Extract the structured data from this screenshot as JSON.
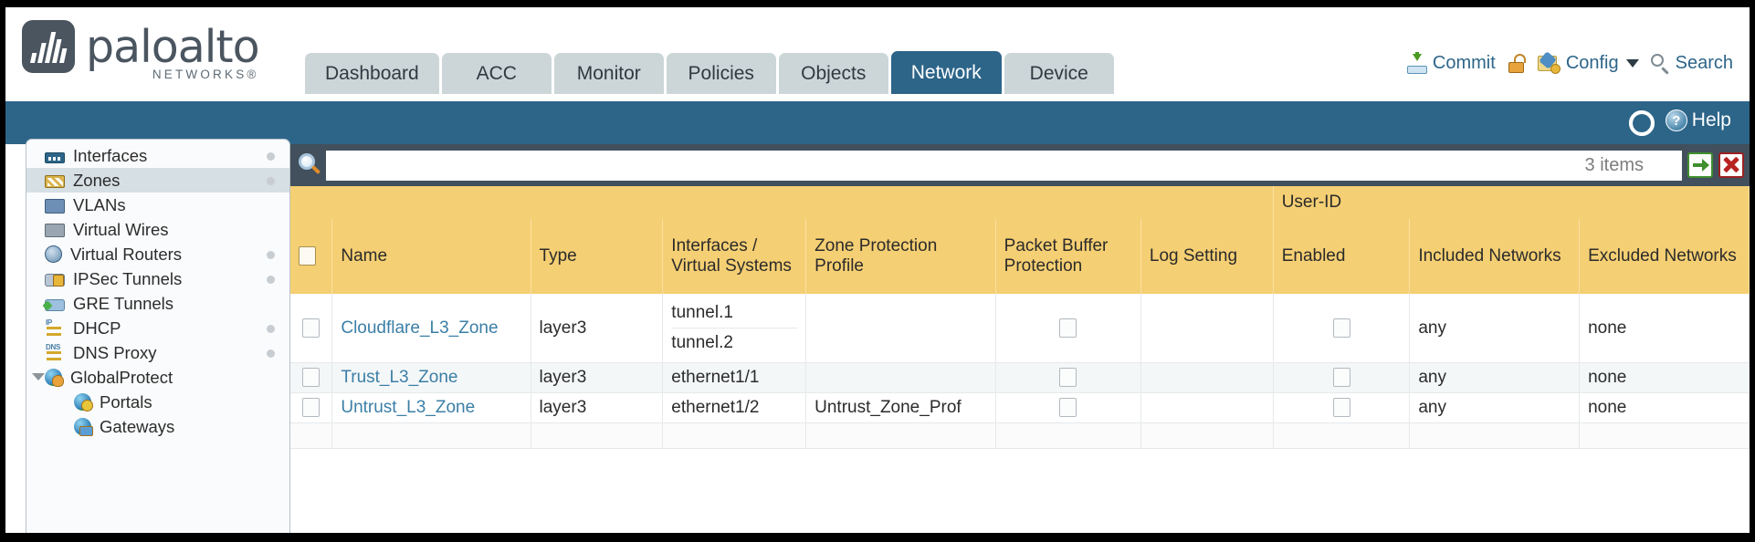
{
  "brand": {
    "name": "paloalto",
    "tagline": "NETWORKS",
    "registered": "®",
    "logo_color": "#4a5560"
  },
  "nav": {
    "tabs": [
      {
        "label": "Dashboard",
        "active": false
      },
      {
        "label": "ACC",
        "active": false
      },
      {
        "label": "Monitor",
        "active": false
      },
      {
        "label": "Policies",
        "active": false
      },
      {
        "label": "Objects",
        "active": false
      },
      {
        "label": "Network",
        "active": true
      },
      {
        "label": "Device",
        "active": false
      }
    ],
    "active_color": "#2d6589",
    "inactive_color": "#ccd6d8"
  },
  "header_actions": {
    "commit": {
      "label": "Commit",
      "icon": "commit-icon"
    },
    "lock": {
      "label": "",
      "icon": "padlock-icon"
    },
    "config": {
      "label": "Config",
      "icon": "config-icon",
      "caret": "chevron-down-icon"
    },
    "search": {
      "label": "Search",
      "icon": "search-icon"
    }
  },
  "subbar": {
    "refresh": {
      "icon": "refresh-icon"
    },
    "help": {
      "label": "Help",
      "icon": "help-icon",
      "glyph": "?"
    },
    "background": "#2d6589"
  },
  "sidebar": {
    "items": [
      {
        "label": "Interfaces",
        "icon": "interfaces-icon",
        "active": false,
        "dot": true,
        "child": false,
        "caret": false
      },
      {
        "label": "Zones",
        "icon": "zones-icon",
        "active": true,
        "dot": true,
        "child": false,
        "caret": false
      },
      {
        "label": "VLANs",
        "icon": "vlans-icon",
        "active": false,
        "dot": false,
        "child": false,
        "caret": false
      },
      {
        "label": "Virtual Wires",
        "icon": "virtual-wires-icon",
        "active": false,
        "dot": false,
        "child": false,
        "caret": false
      },
      {
        "label": "Virtual Routers",
        "icon": "virtual-routers-icon",
        "active": false,
        "dot": true,
        "child": false,
        "caret": false
      },
      {
        "label": "IPSec Tunnels",
        "icon": "ipsec-tunnels-icon",
        "active": false,
        "dot": true,
        "child": false,
        "caret": false
      },
      {
        "label": "GRE Tunnels",
        "icon": "gre-tunnels-icon",
        "active": false,
        "dot": false,
        "child": false,
        "caret": false
      },
      {
        "label": "DHCP",
        "icon": "dhcp-icon",
        "active": false,
        "dot": true,
        "child": false,
        "caret": false
      },
      {
        "label": "DNS Proxy",
        "icon": "dns-proxy-icon",
        "active": false,
        "dot": true,
        "child": false,
        "caret": false
      },
      {
        "label": "GlobalProtect",
        "icon": "globalprotect-icon",
        "active": false,
        "dot": false,
        "child": false,
        "caret": true
      },
      {
        "label": "Portals",
        "icon": "portals-icon",
        "active": false,
        "dot": false,
        "child": true,
        "caret": false
      },
      {
        "label": "Gateways",
        "icon": "gateways-icon",
        "active": false,
        "dot": false,
        "child": true,
        "caret": false
      }
    ]
  },
  "search": {
    "value": "",
    "placeholder": "",
    "items_count": "3 items",
    "go_button": "apply-filter-button",
    "clear_button": "clear-filter-button",
    "icon": "search-icon"
  },
  "table": {
    "group_headers": [
      {
        "label": "User-ID",
        "span": 3,
        "color": "#ddae3d"
      }
    ],
    "columns": [
      "Name",
      "Type",
      "Interfaces / Virtual Systems",
      "Zone Protection Profile",
      "Packet Buffer Protection",
      "Log Setting",
      "Enabled",
      "Included Networks",
      "Excluded Networks"
    ],
    "header_color": "#f5cf73",
    "rows": [
      {
        "selected": false,
        "name": "Cloudflare_L3_Zone",
        "type": "layer3",
        "interfaces": [
          "tunnel.1",
          "tunnel.2"
        ],
        "zone_protection_profile": "",
        "packet_buffer_protection": false,
        "log_setting": "",
        "userid_enabled": false,
        "included_networks": "any",
        "excluded_networks": "none"
      },
      {
        "selected": false,
        "name": "Trust_L3_Zone",
        "type": "layer3",
        "interfaces": [
          "ethernet1/1"
        ],
        "zone_protection_profile": "",
        "packet_buffer_protection": false,
        "log_setting": "",
        "userid_enabled": false,
        "included_networks": "any",
        "excluded_networks": "none"
      },
      {
        "selected": false,
        "name": "Untrust_L3_Zone",
        "type": "layer3",
        "interfaces": [
          "ethernet1/2"
        ],
        "zone_protection_profile": "Untrust_Zone_Prof",
        "packet_buffer_protection": false,
        "log_setting": "",
        "userid_enabled": false,
        "included_networks": "any",
        "excluded_networks": "none"
      }
    ]
  }
}
